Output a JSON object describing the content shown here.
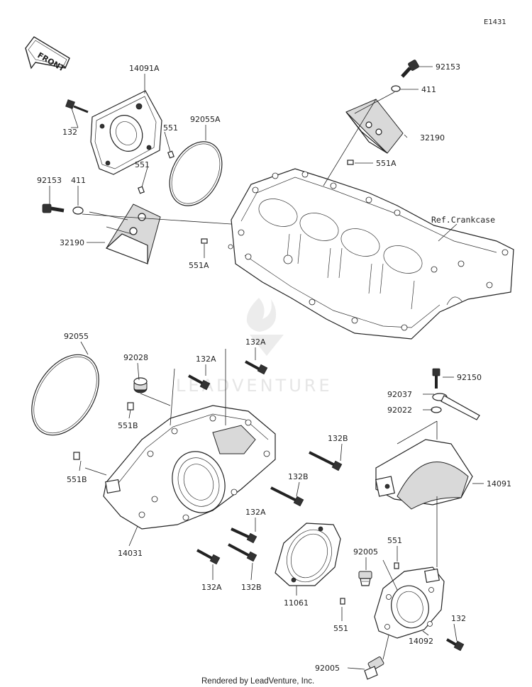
{
  "figure_id": "E1431",
  "front_arrow_text": "FRONT",
  "watermark_text": "LEADVENTURE",
  "footer_text": "Rendered by LeadVenture, Inc.",
  "crankcase_ref": "Ref.Crankcase",
  "labels": {
    "l_14091A": "14091A",
    "l_132_tl": "132",
    "l_551_a": "551",
    "l_551_b": "551",
    "l_92055A": "92055A",
    "l_92153_l": "92153",
    "l_411_l": "411",
    "l_32190_l": "32190",
    "l_551A_l": "551A",
    "l_92153_r": "92153",
    "l_411_r": "411",
    "l_32190_r": "32190",
    "l_551A_r": "551A",
    "l_92055": "92055",
    "l_92028": "92028",
    "l_132A_a": "132A",
    "l_132A_b": "132A",
    "l_551B_a": "551B",
    "l_551B_b": "551B",
    "l_132B_a": "132B",
    "l_132B_b": "132B",
    "l_132A_c": "132A",
    "l_14031": "14031",
    "l_132A_d": "132A",
    "l_132B_c": "132B",
    "l_11061": "11061",
    "l_92150": "92150",
    "l_92037": "92037",
    "l_92022": "92022",
    "l_14091": "14091",
    "l_551_c": "551",
    "l_92005_a": "92005",
    "l_551_d": "551",
    "l_132_br": "132",
    "l_14092": "14092",
    "l_92005_b": "92005"
  }
}
